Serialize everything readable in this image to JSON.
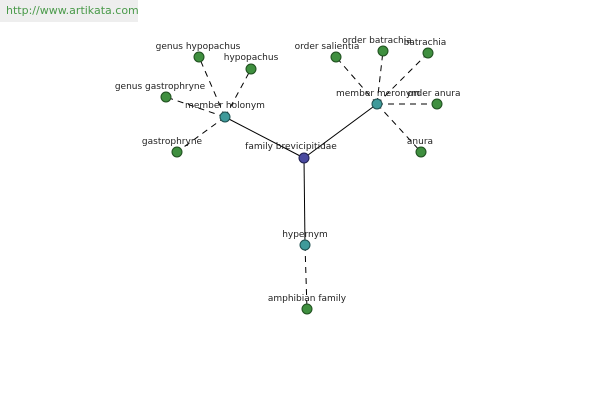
{
  "watermark": "http://www.artikata.com",
  "colors": {
    "leaf_node": "#3f8f3f",
    "relation_node": "#3f9a9a",
    "center_node": "#4a4aa0",
    "edge": "#000000"
  },
  "nodes": {
    "center": "family brevicipitidae",
    "member_holonym": "member holonym",
    "member_meronym": "member meronym",
    "hypernym": "hypernym",
    "genus_hypopachus": "genus hypopachus",
    "hypopachus": "hypopachus",
    "genus_gastrophryne": "genus gastrophryne",
    "gastrophryne": "gastrophryne",
    "order_salientia": "order salientia",
    "order_batrachia": "order batrachia",
    "batrachia": "batrachia",
    "order_anura": "order anura",
    "anura": "anura",
    "amphibian_family": "amphibian family"
  }
}
